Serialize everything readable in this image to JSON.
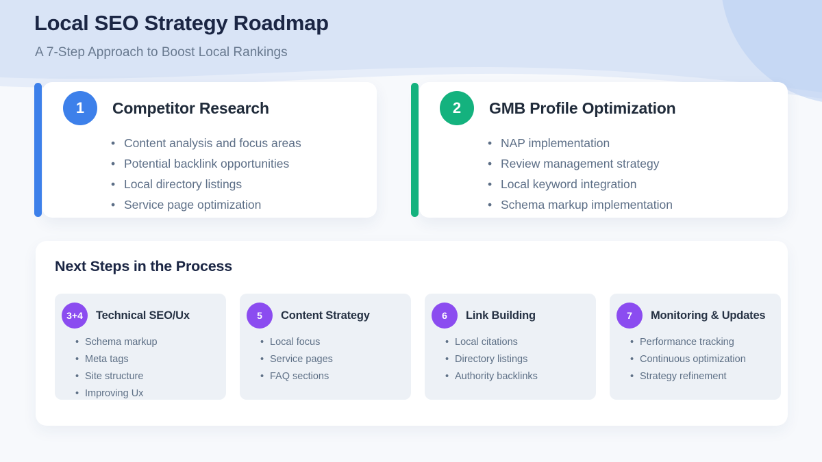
{
  "header": {
    "title": "Local SEO Strategy Roadmap",
    "subtitle": "A 7-Step Approach to Boost Local Rankings"
  },
  "top_cards": [
    {
      "number": "1",
      "title": "Competitor Research",
      "accent": "#3d80ea",
      "items": [
        "Content analysis and focus areas",
        "Potential backlink opportunities",
        "Local directory listings",
        "Service page optimization"
      ]
    },
    {
      "number": "2",
      "title": "GMB Profile Optimization",
      "accent": "#14b27e",
      "items": [
        "NAP implementation",
        "Review management strategy",
        "Local keyword integration",
        "Schema markup implementation"
      ]
    }
  ],
  "next_steps": {
    "heading": "Next Steps in the Process",
    "badge_color": "#8b4cf0",
    "cards": [
      {
        "number": "3+4",
        "title": "Technical SEO/Ux",
        "items": [
          "Schema markup",
          "Meta tags",
          "Site structure",
          "Improving Ux"
        ]
      },
      {
        "number": "5",
        "title": "Content Strategy",
        "items": [
          "Local focus",
          "Service pages",
          "FAQ sections"
        ]
      },
      {
        "number": "6",
        "title": "Link Building",
        "items": [
          "Local citations",
          "Directory listings",
          "Authority backlinks"
        ]
      },
      {
        "number": "7",
        "title": "Monitoring & Updates",
        "items": [
          "Performance tracking",
          "Continuous optimization",
          "Strategy refinement"
        ]
      }
    ]
  },
  "colors": {
    "page_background": "#f7f9fc",
    "header_band": "#d9e4f6",
    "card_background": "#ffffff",
    "mini_card_background": "#edf1f6",
    "title_text": "#1b2644",
    "body_text": "#5c6e86"
  }
}
